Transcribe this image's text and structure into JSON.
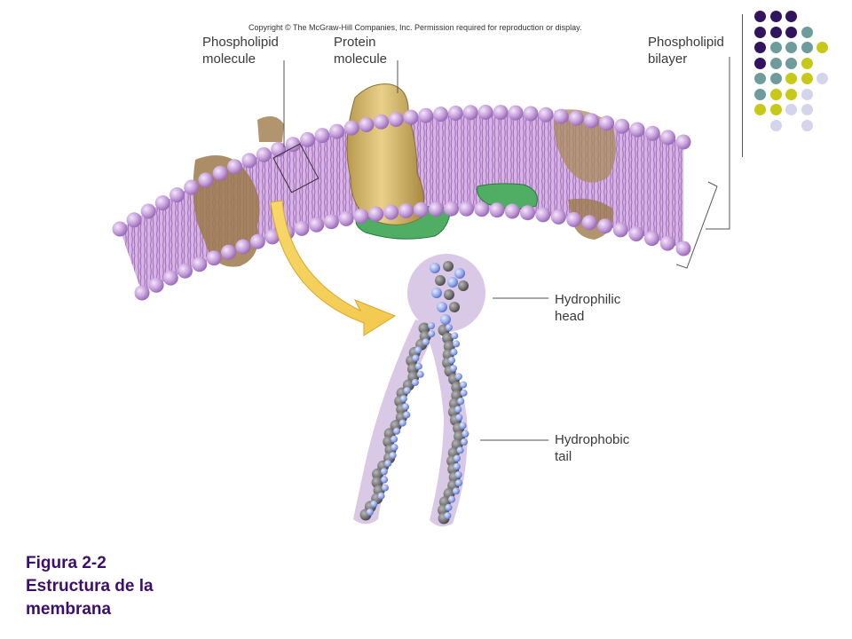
{
  "copyright": "Copyright © The McGraw-Hill Companies, Inc. Permission required for reproduction or display.",
  "labels": {
    "phospholipid_molecule": [
      "Phospholipid",
      "molecule"
    ],
    "protein_molecule": [
      "Protein",
      "molecule"
    ],
    "phospholipid_bilayer": [
      "Phospholipid",
      "bilayer"
    ],
    "hydrophilic_head": [
      "Hydrophilic",
      "head"
    ],
    "hydrophobic_tail": [
      "Hydrophobic",
      "tail"
    ]
  },
  "caption": [
    "Figura 2-2",
    "Estructura de la",
    "membrana"
  ],
  "colors": {
    "purple": "#32145e",
    "teal": "#6e9c9c",
    "yellow": "#c8c818",
    "lavender": "#d4d4ea",
    "caption": "#3b0f6b",
    "membrane": "#c79ad8",
    "protein": "#d9bd73",
    "green_protein": "#4fae63"
  },
  "dot_grid": [
    [
      "purple",
      "purple",
      "purple",
      null,
      null
    ],
    [
      "purple",
      "purple",
      "purple",
      "teal",
      null
    ],
    [
      "purple",
      "teal",
      "teal",
      "teal",
      "yellow"
    ],
    [
      "purple",
      "teal",
      "teal",
      "yellow",
      null
    ],
    [
      "teal",
      "teal",
      "yellow",
      "yellow",
      "lavender"
    ],
    [
      "teal",
      "yellow",
      "yellow",
      "lavender",
      null
    ],
    [
      "yellow",
      "yellow",
      "lavender",
      "lavender",
      null
    ],
    [
      null,
      "lavender",
      null,
      "lavender",
      null
    ]
  ]
}
